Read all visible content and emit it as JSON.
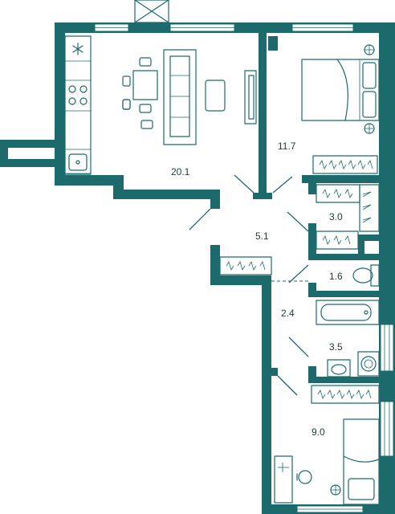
{
  "plan": {
    "rooms": [
      {
        "id": "living-kitchen",
        "area": "20.1"
      },
      {
        "id": "bedroom-1",
        "area": "11.7"
      },
      {
        "id": "wardrobe",
        "area": "3.0"
      },
      {
        "id": "hallway",
        "area": "5.1"
      },
      {
        "id": "toilet",
        "area": "1.6"
      },
      {
        "id": "corridor",
        "area": "2.4"
      },
      {
        "id": "bathroom",
        "area": "3.5"
      },
      {
        "id": "bedroom-2",
        "area": "9.0"
      }
    ],
    "colors": {
      "wall": "#1d6a6d",
      "text": "#1f3a3c",
      "background": "#ffffff"
    },
    "icons": [
      "stove-star-icon",
      "hob-icon",
      "sink-icon",
      "sofa-icon",
      "dining-table-icon",
      "tv-icon",
      "bed-icon",
      "wardrobe-hanger-icon",
      "toilet-icon",
      "bathtub-icon",
      "washbasin-icon",
      "washing-machine-icon",
      "desk-icon",
      "chair-icon",
      "plant-icon",
      "balcony-cross-icon"
    ]
  }
}
